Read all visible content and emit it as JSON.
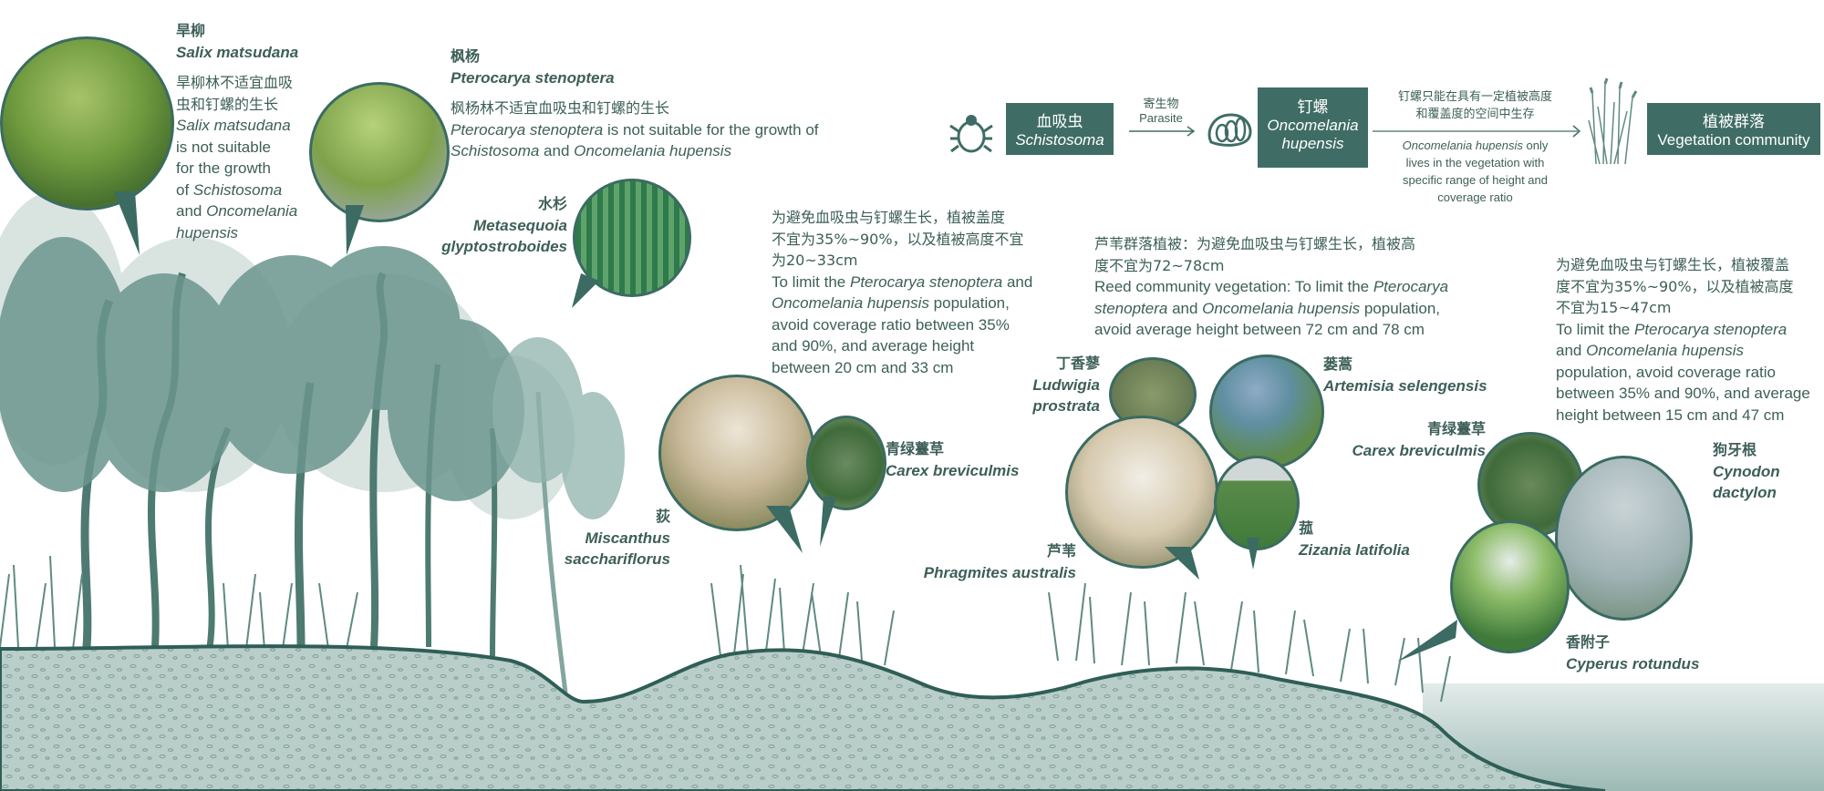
{
  "flow": {
    "schistosoma": {
      "cn": "血吸虫",
      "latin": "Schistosoma"
    },
    "parasite": {
      "cn": "寄生物",
      "en": "Parasite"
    },
    "oncomelania": {
      "cn": "钉螺",
      "latin1": "Oncomelania",
      "latin2": "hupensis"
    },
    "note_cn1": "钉螺只能在具有一定植被高度",
    "note_cn2": "和覆盖度的空间中生存",
    "note_en": [
      "lives in the vegetation with",
      "specific range of height and",
      "coverage ratio"
    ],
    "note_en_italic": "Oncomelania hupensis",
    "note_en_tail": " only",
    "vegetation": {
      "cn": "植被群落",
      "en": "Vegetation community"
    }
  },
  "salix": {
    "cn": "旱柳",
    "latin": "Salix matsudana",
    "desc_cn": [
      "旱柳林不适宜血吸",
      "虫和钉螺的生长"
    ],
    "desc_latin": "Salix matsudana",
    "desc_en": [
      "is not suitable",
      "for the growth"
    ],
    "of": "of ",
    "schisto": "Schistosoma",
    "and": "and ",
    "oncomelania": "Oncomelania",
    "hupensis": "hupensis"
  },
  "pterocarya": {
    "cn": "枫杨",
    "latin": "Pterocarya stenoptera",
    "desc_cn": "枫杨林不适宜血吸虫和钉螺的生长",
    "desc_latin": "Pterocarya stenoptera",
    "desc_en": " is not suitable for the growth of",
    "schisto": "Schistosoma",
    "and": " and ",
    "oncomelania": "Oncomelania hupensis"
  },
  "metasequoia": {
    "cn": "水杉",
    "latin1": "Metasequoia",
    "latin2": "glyptostroboides"
  },
  "zone1": {
    "cn": [
      "为避免血吸虫与钉螺生长，植被盖度",
      "不宜为35%~90%，以及植被高度不宜",
      "为20~33cm"
    ],
    "to_limit": "To limit the ",
    "sp1": "Pterocarya stenoptera",
    "and": " and",
    "sp2": "Oncomelania hupensis",
    "pop": " population,",
    "en": [
      "avoid coverage ratio between 35%",
      "and 90%, and average height",
      "between 20 cm and 33 cm"
    ]
  },
  "zone2": {
    "cn": [
      "芦苇群落植被：为避免血吸虫与钉螺生长，植被高",
      "度不宜为72~78cm"
    ],
    "reed": "Reed community vegetation: To limit the ",
    "sp1a": "Pterocarya",
    "sp1b": "stenoptera",
    "and": " and ",
    "sp2": "Oncomelania hupensis",
    "pop": " population,",
    "en": "avoid average height between 72 cm and 78 cm"
  },
  "zone3": {
    "cn": [
      "为避免血吸虫与钉螺生长，植被覆盖",
      "度不宜为35%~90%，以及植被高度",
      "不宜为15~47cm"
    ],
    "to_limit": "To limit the ",
    "sp1": "Pterocarya stenoptera",
    "and": "and ",
    "sp2": "Oncomelania hupensis",
    "en": [
      "population, avoid coverage ratio",
      "between 35% and 90%, and average",
      "height between 15 cm and 47 cm"
    ]
  },
  "miscanthus": {
    "cn": "荻",
    "latin1": "Miscanthus",
    "latin2": "sacchariflorus"
  },
  "carex1": {
    "cn": "青绿薹草",
    "latin": "Carex breviculmis"
  },
  "ludwigia": {
    "cn": "丁香蓼",
    "latin1": "Ludwigia",
    "latin2": "prostrata"
  },
  "artemisia": {
    "cn": "蒌蒿",
    "latin": "Artemisia selengensis"
  },
  "phragmites": {
    "cn": "芦苇",
    "latin": "Phragmites australis"
  },
  "zizania": {
    "cn": "菰",
    "latin": "Zizania latifolia"
  },
  "carex2": {
    "cn": "青绿薹草",
    "latin": "Carex breviculmis"
  },
  "cynodon": {
    "cn": "狗牙根",
    "latin1": "Cynodon",
    "latin2": "dactylon"
  },
  "cyperus": {
    "cn": "香附子",
    "latin": "Cyperus rotundus"
  },
  "colors": {
    "accent": "#3f6d65",
    "ground": "#a9c0bb",
    "ground_line": "#2f5e56",
    "water": "#8fb1ab"
  }
}
